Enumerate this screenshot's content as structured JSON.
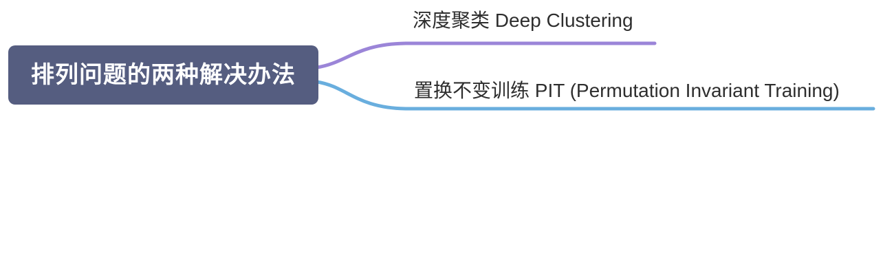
{
  "root": {
    "label": "排列问题的两种解决办法"
  },
  "branches": [
    {
      "id": "deep-clustering",
      "label": "深度聚类 Deep Clustering",
      "color": "#9b85d8"
    },
    {
      "id": "pit",
      "label": "置换不变训练 PIT (Permutation Invariant Training)",
      "color": "#69aede"
    }
  ],
  "colors": {
    "canvas_bg": "#ffffff",
    "root_fill": "#555d80",
    "root_text": "#ffffff",
    "branch_text": "#2e2e2e"
  }
}
